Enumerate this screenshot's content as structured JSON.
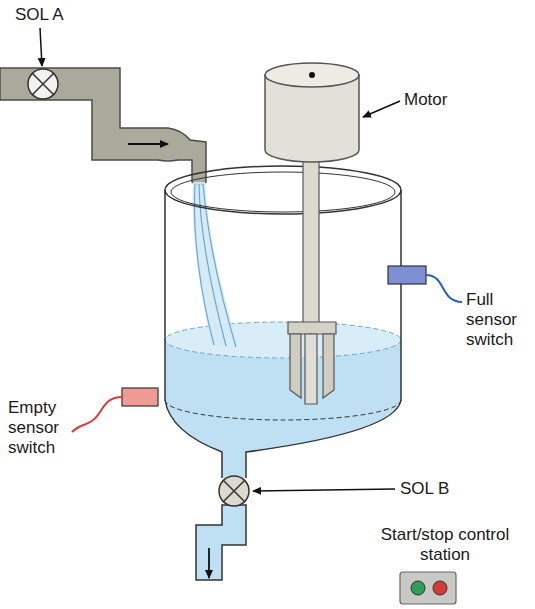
{
  "diagram": {
    "labels": [
      "SOL A",
      "Motor",
      "Full sensor switch",
      "Empty sensor switch",
      "SOL B",
      "Start/stop control station"
    ]
  }
}
